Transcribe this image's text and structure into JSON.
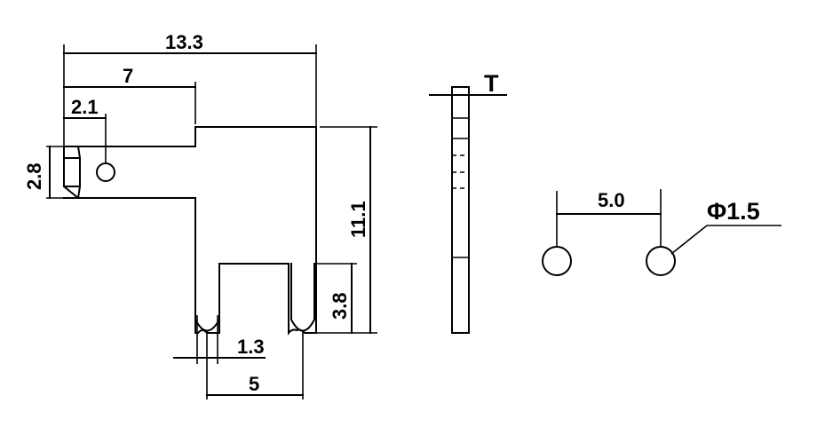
{
  "dimensions": {
    "overall_width": "13.3",
    "top_width": "7",
    "hole_offset": "2.1",
    "tab_height": "2.8",
    "total_height": "11.1",
    "slot_depth": "3.8",
    "prong_width": "1.3",
    "prong_pitch": "5",
    "thickness": "T",
    "hole_pitch": "5.0",
    "hole_diameter": "Φ1.5"
  }
}
